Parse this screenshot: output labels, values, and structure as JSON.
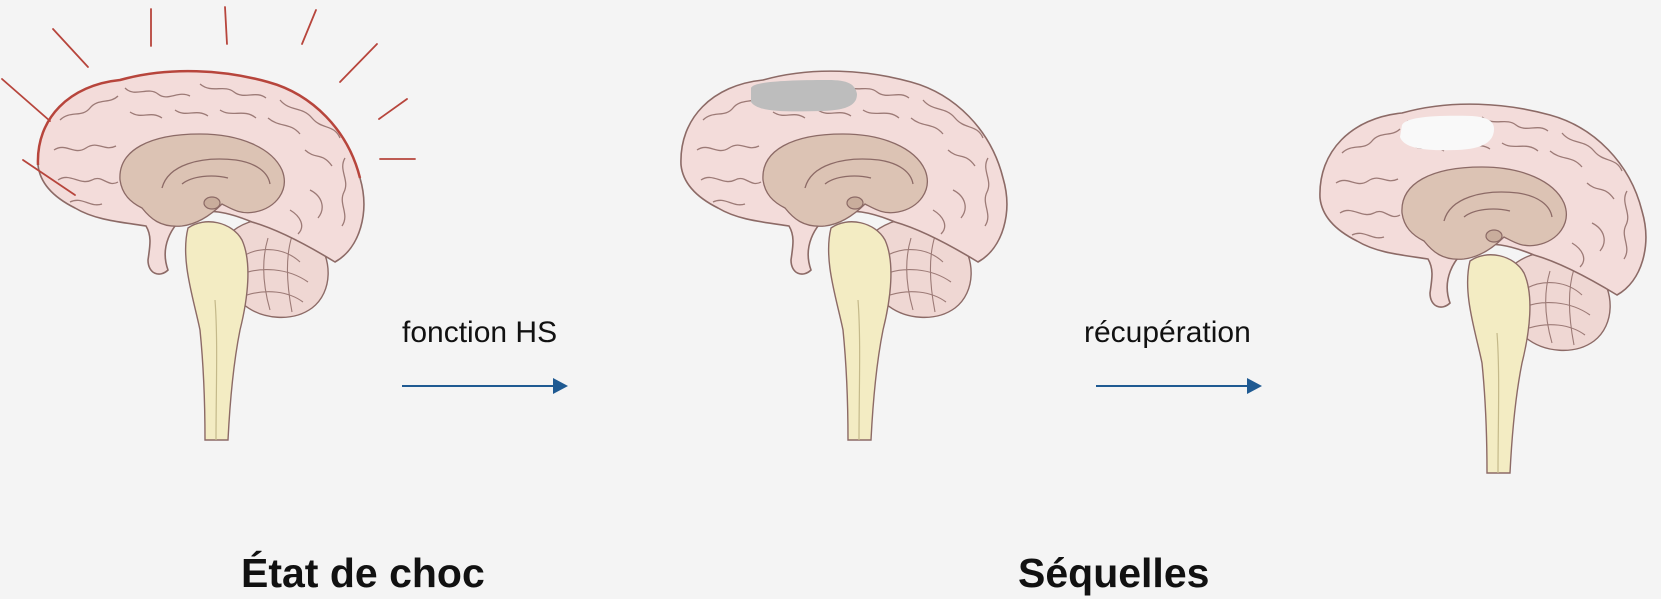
{
  "stages": [
    {
      "name": "shock-state",
      "rays": true,
      "lesion": "none"
    },
    {
      "name": "sequelae",
      "rays": false,
      "lesion": "gray"
    },
    {
      "name": "recovery",
      "rays": false,
      "lesion": "white"
    }
  ],
  "transitions": [
    {
      "label": "fonction HS"
    },
    {
      "label": "récupération"
    }
  ],
  "captions": [
    "État de choc",
    "Séquelles"
  ],
  "colors": {
    "background": "#f4f4f4",
    "cortex_fill": "#f3dcda",
    "cortex_outline": "#8c6a66",
    "cortex_highlight": "#b7453c",
    "inner_fill": "#dcc3b4",
    "brainstem_fill": "#f3ecc3",
    "arrow": "#1f5a92",
    "rays": "#b7453c",
    "lesion_gray": "#bdbdbd",
    "lesion_white": "#f9f9f9"
  }
}
